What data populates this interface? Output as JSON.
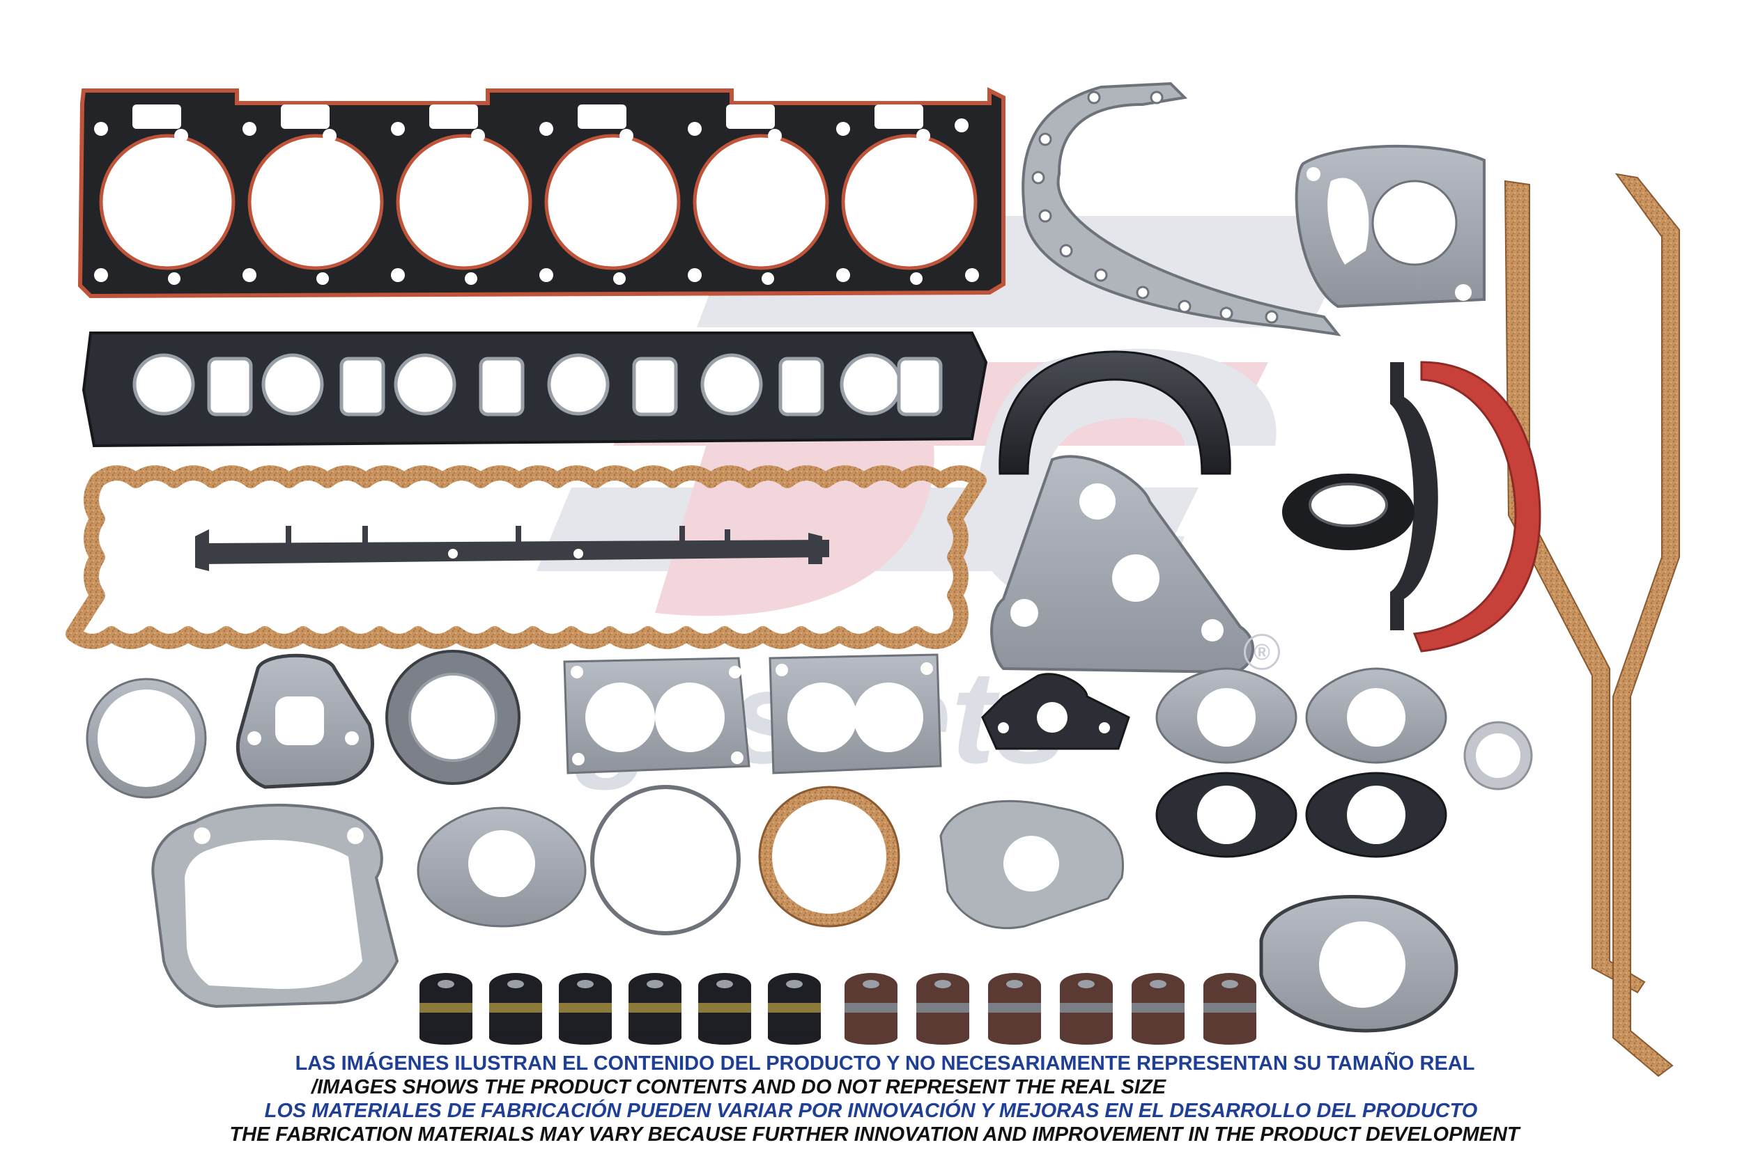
{
  "brand": {
    "watermark_text": "gaskets",
    "colors": {
      "watermark_red": "#e8b6bf",
      "watermark_gray": "#cfd2dc",
      "navy": "#1f3f96"
    }
  },
  "disclaimer": {
    "line1": "LAS IMÁGENES ILUSTRAN EL CONTENIDO DEL PRODUCTO Y NO NECESARIAMENTE REPRESENTAN SU TAMAÑO REAL",
    "line2": "/IMAGES SHOWS THE PRODUCT CONTENTS AND DO NOT REPRESENT THE REAL SIZE",
    "line3": "LOS MATERIALES DE FABRICACIÓN PUEDEN VARIAR POR INNOVACIÓN Y MEJORAS EN EL DESARROLLO DEL PRODUCTO",
    "line4": "THE FABRICATION MATERIALS MAY VARY BECAUSE FURTHER INNOVATION AND IMPROVEMENT IN THE PRODUCT DEVELOPMENT"
  },
  "parts": {
    "head_gasket_cylinders": 6,
    "valve_seals_dark": 6,
    "valve_seals_brown": 6
  }
}
